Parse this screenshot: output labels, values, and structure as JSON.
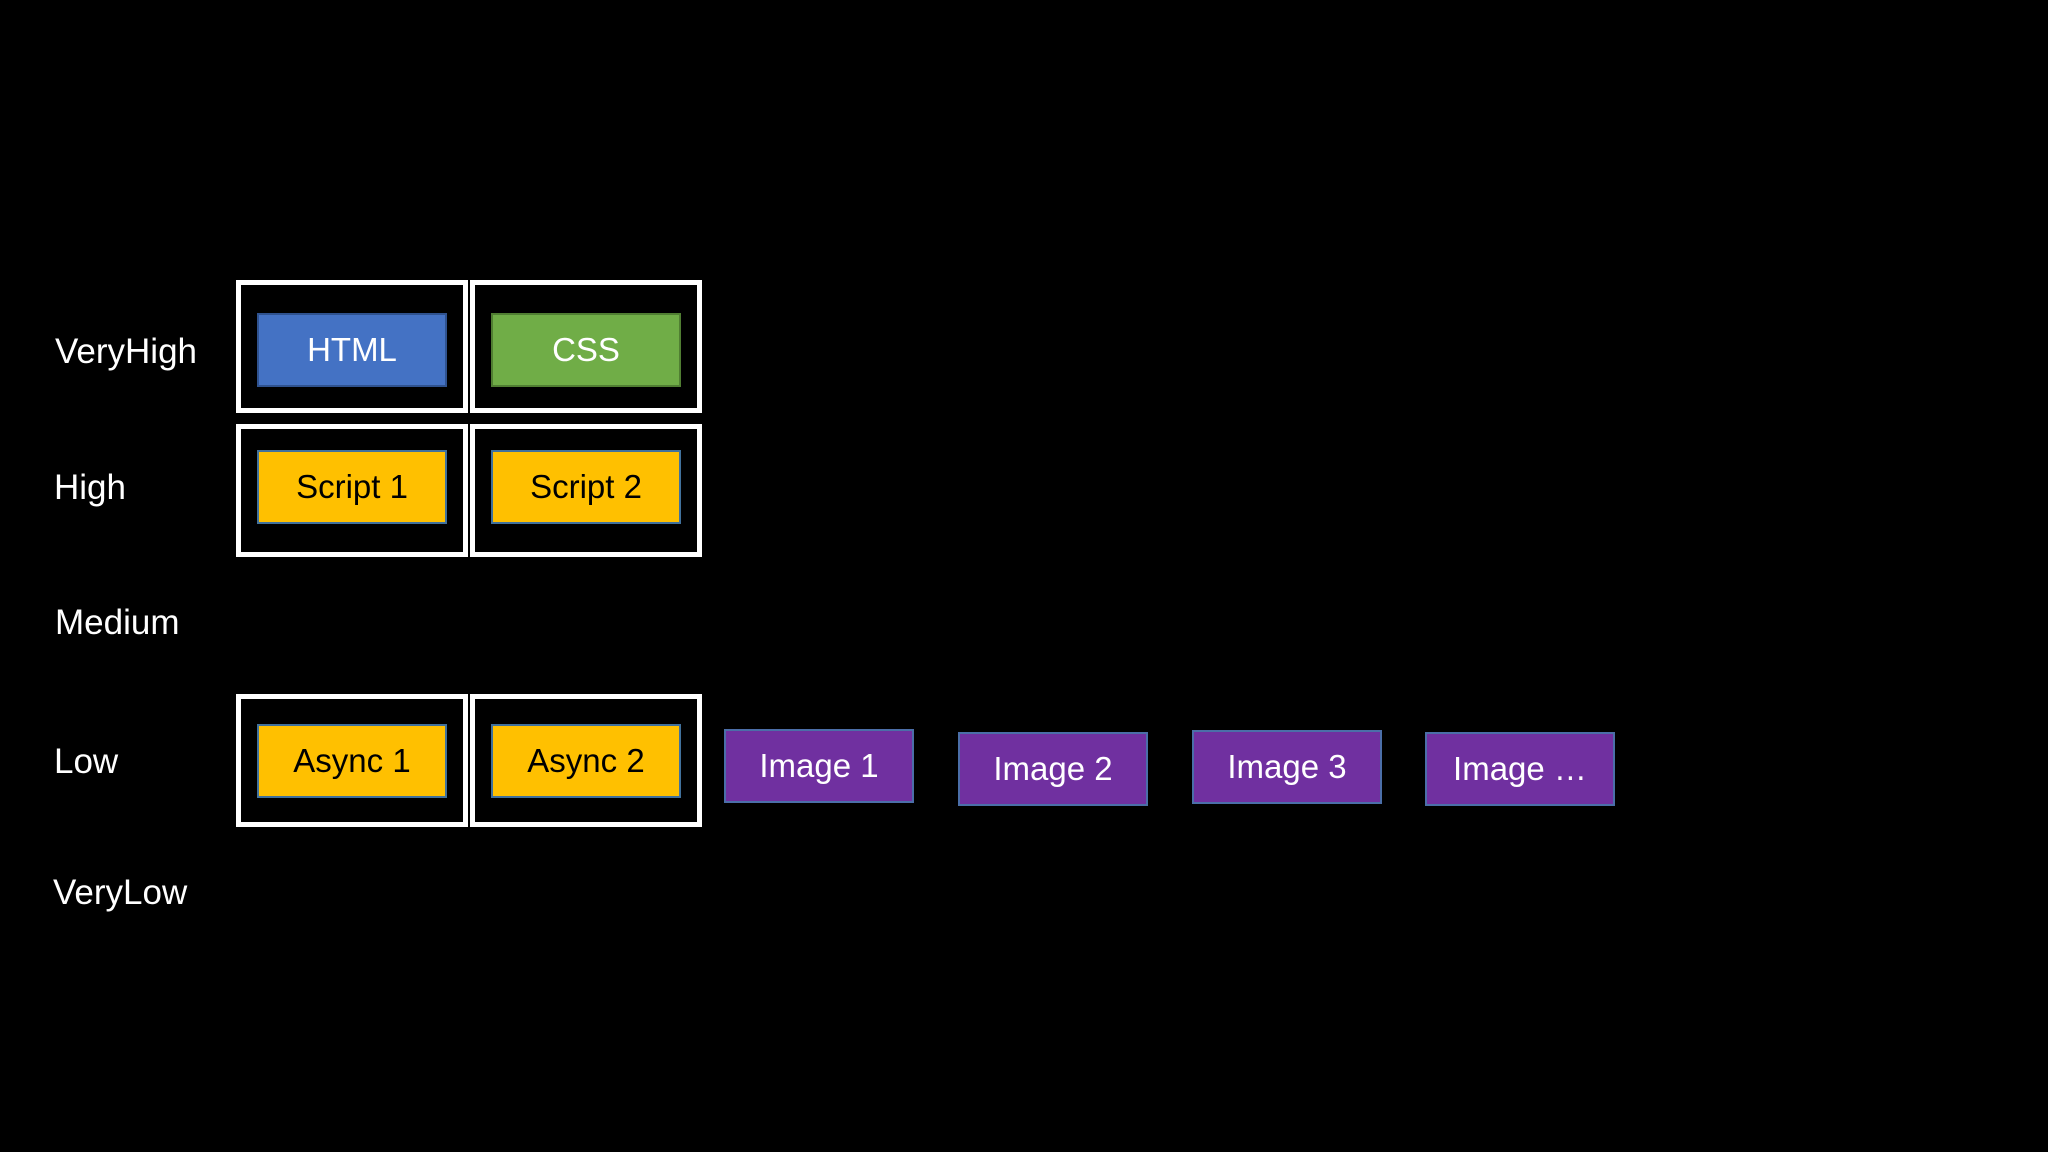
{
  "rows": {
    "very_high": "VeryHigh",
    "high": "High",
    "medium": "Medium",
    "low": "Low",
    "very_low": "VeryLow"
  },
  "resources": {
    "html": "HTML",
    "css": "CSS",
    "script1": "Script 1",
    "script2": "Script 2",
    "async1": "Async 1",
    "async2": "Async 2",
    "image1": "Image 1",
    "image2": "Image 2",
    "image3": "Image 3",
    "image_more": "Image …"
  },
  "colors": {
    "background": "#000000",
    "frame": "#ffffff",
    "html": "#4472c4",
    "css": "#70ad47",
    "script": "#ffc000",
    "image": "#7030a0"
  }
}
